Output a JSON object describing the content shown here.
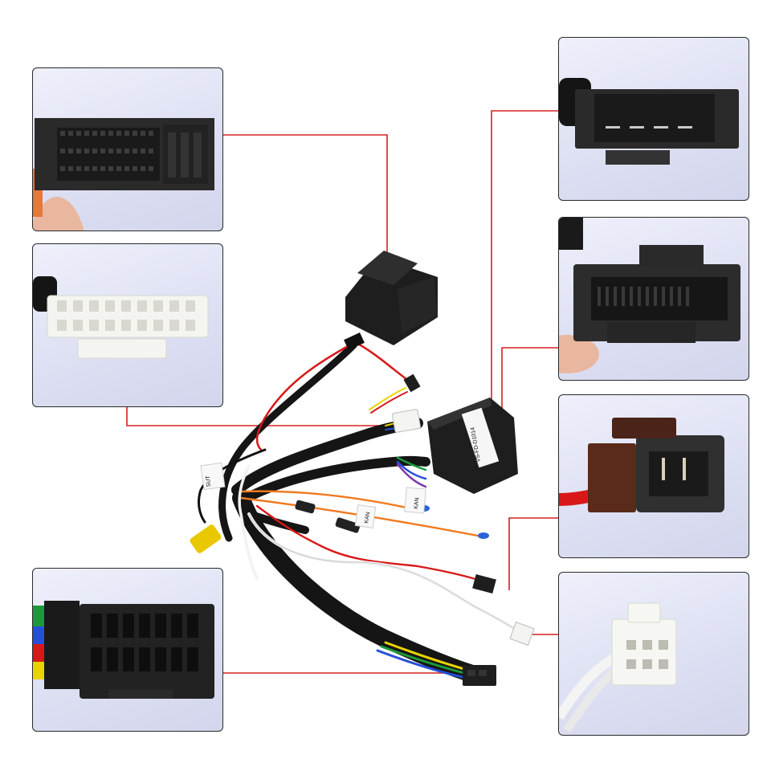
{
  "labels": {
    "module_sticker": "VS-FD-D1014",
    "tag_upper": "SUT",
    "tag_mid": "KAN",
    "tag_lower": "KAN"
  },
  "colors": {
    "background": "#ffffff",
    "leader_line": "#d62020",
    "inset_bg": "#dcdff2",
    "connector_black": "#1e1e1e",
    "connector_white": "#f4f4f0",
    "wire_red": "#d81818",
    "wire_orange": "#f07a20",
    "wire_yellow": "#e8d400",
    "wire_green": "#1a9a3a",
    "wire_blue": "#2450d8",
    "wire_purple": "#7a3aa8",
    "wire_white": "#f2f2f2",
    "braided_sleeve": "#151515"
  }
}
